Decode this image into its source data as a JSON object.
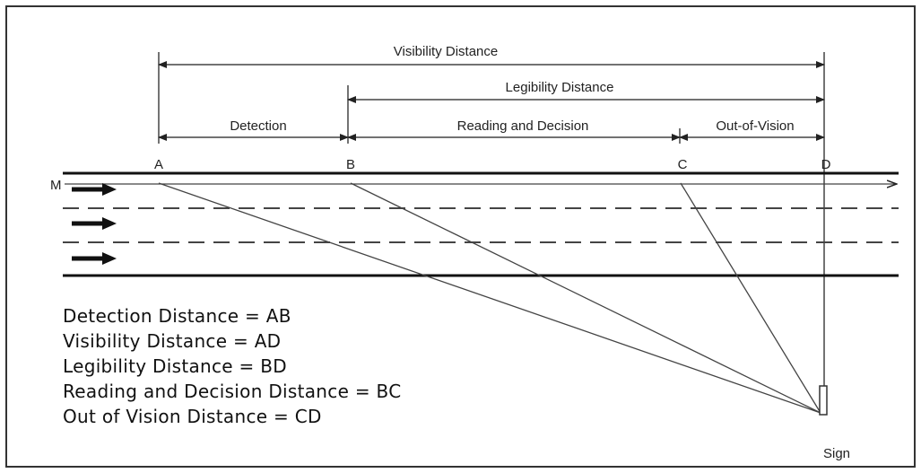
{
  "dimensions": [
    {
      "label": "Visibility Distance",
      "from": "A",
      "to": "D"
    },
    {
      "label": "Legibility Distance",
      "from": "B",
      "to": "D"
    },
    {
      "label": "Detection",
      "from": "A",
      "to": "B"
    },
    {
      "label": "Reading and Decision",
      "from": "B",
      "to": "C"
    },
    {
      "label": "Out-of-Vision",
      "from": "C",
      "to": "D"
    }
  ],
  "points": [
    "A",
    "B",
    "C",
    "D"
  ],
  "motorist_label": "M",
  "sign_label": "Sign",
  "legend": [
    "Detection Distance = AB",
    "Visibility Distance = AD",
    "Legibility Distance = BD",
    "Reading and Decision Distance = BC",
    "Out of Vision Distance = CD"
  ]
}
